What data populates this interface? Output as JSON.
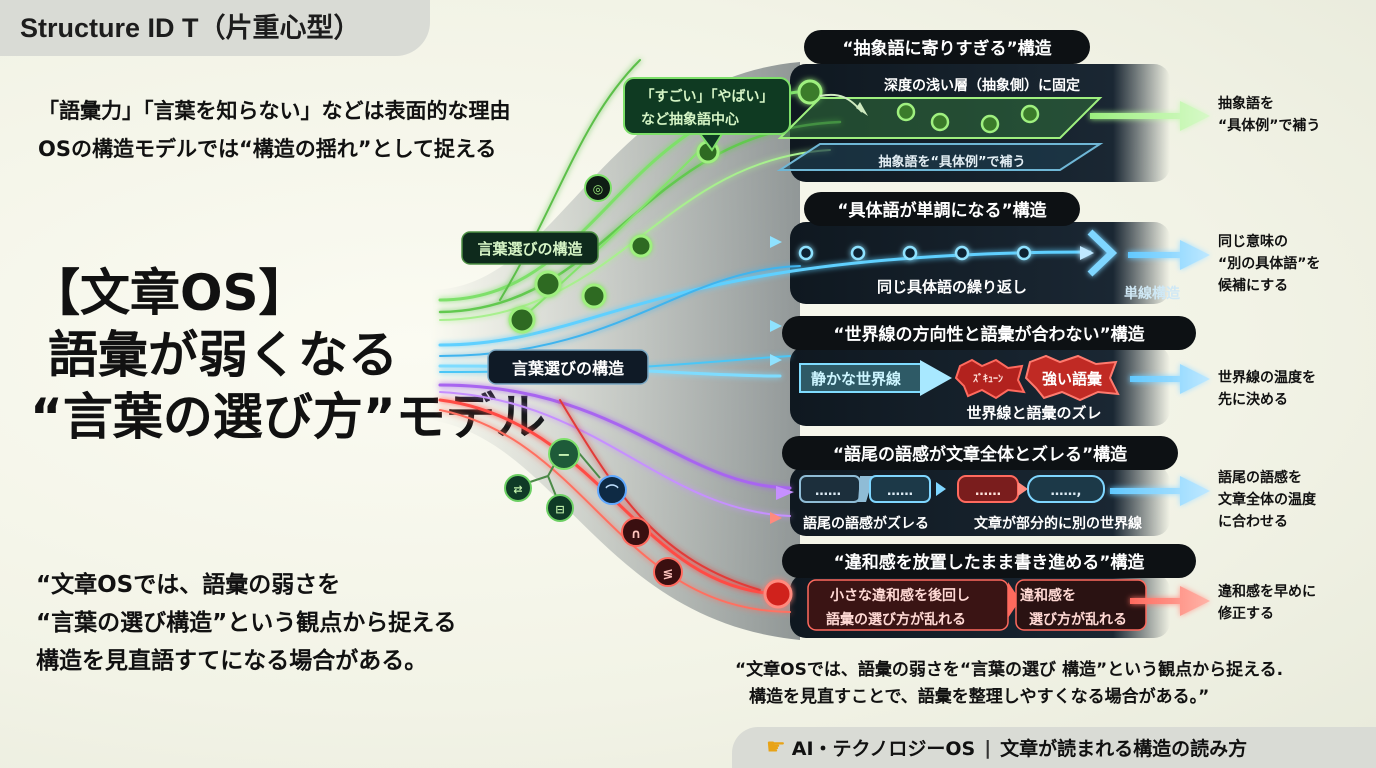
{
  "header": {
    "structure_id": "Structure ID T（片重心型）"
  },
  "intro": {
    "line1": "「語彙力」「言葉を知らない」などは表面的な理由",
    "line2": "OSの構造モデルでは“構造の揺れ”として捉える"
  },
  "title": {
    "line1": "【文章OS】",
    "line2": "語彙が弱くなる",
    "line3": "“言葉の選び方”モデル"
  },
  "hub": {
    "top_label": "言葉選びの構造",
    "center_label": "言葉選びの構造",
    "balloon_line1": "「すごい」「やばい」",
    "balloon_line2": "など抽象語中心"
  },
  "structures": [
    {
      "title": "“抽象語に寄りすぎる”構造",
      "labels": [
        "深度の浅い層（抽象側）に固定",
        "抽象語を“具体例”で補う"
      ],
      "result": [
        "抽象語を",
        "“具体例”で補う"
      ]
    },
    {
      "title": "“具体語が単調になる”構造",
      "labels": [
        "同じ具体語の繰り返し",
        "単線構造"
      ],
      "result": [
        "同じ意味の",
        "“別の具体語”を",
        "候補にする"
      ]
    },
    {
      "title": "“世界線の方向性と語彙が合わない”構造",
      "labels": [
        "静かな世界線",
        "ｽﾞｷｭｰﾝ",
        "強い語彙",
        "世界線と語彙のズレ"
      ],
      "result": [
        "世界線の温度を",
        "先に決める"
      ]
    },
    {
      "title": "“語尾の語感が文章全体とズレる”構造",
      "labels": [
        "……",
        "……",
        "……",
        "……,",
        "語尾の語感がズレる",
        "文章が部分的に別の世界線"
      ],
      "result": [
        "語尾の語感を",
        "文章全体の温度",
        "に合わせる"
      ]
    },
    {
      "title": "“違和感を放置したまま書き進める”構造",
      "labels": [
        "小さな違和感を後回し",
        "語彙の選び方が乱れる",
        "違和感を",
        "選び方が乱れる"
      ],
      "result": [
        "違和感を早めに",
        "修正する"
      ]
    }
  ],
  "quote_left": {
    "line1": "“文章OSでは、語彙の弱さを",
    "line2": "“言葉の選び構造”という観点から捉える",
    "line3": "構造を見直語すてになる場合がある。"
  },
  "quote_bottom": {
    "line1": "“文章OSでは、語彙の弱さを“言葉の選び 構造”という観点から捉える.",
    "line2": "構造を見直すことで、語彙を整理しやすくなる場合がある。”"
  },
  "footer": {
    "brand": "AI・テクノロジーOS",
    "separator": "|",
    "tagline": "文章が読まれる構造の読み方"
  },
  "colors": {
    "green": "#7ee06a",
    "blue": "#5fd0ff",
    "purple": "#a865f0",
    "red": "#ff4b45",
    "panel": "#15202b",
    "pill": "#0d1114"
  }
}
